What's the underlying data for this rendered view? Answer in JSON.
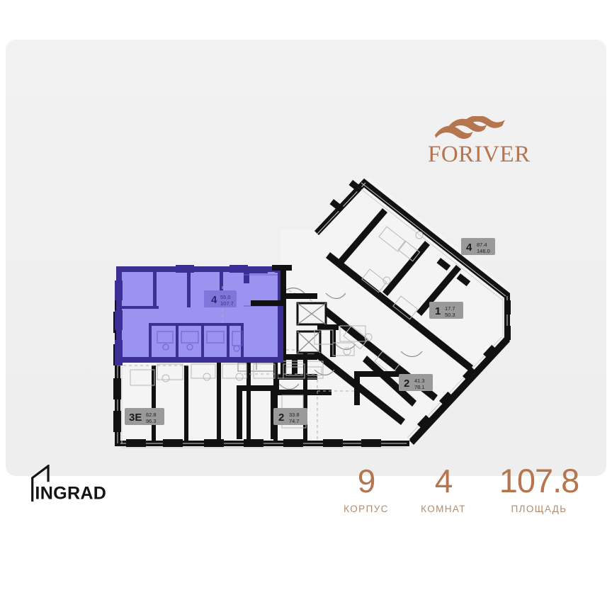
{
  "brand": {
    "name": "FORIVER",
    "mark_icon": "wave-lines-icon",
    "accent_color": "#b5754f"
  },
  "developer": {
    "name": "INGRAD",
    "logo_icon": "house-outline-icon"
  },
  "stats": [
    {
      "id": "korpus",
      "value": "9",
      "label": "КОРПУС"
    },
    {
      "id": "komnat",
      "value": "4",
      "label": "КОМНАТ"
    },
    {
      "id": "ploshad",
      "value": "107.8",
      "label": "ПЛОЩАДЬ"
    }
  ],
  "floorplan": {
    "highlight_color": "#9b93f0",
    "highlight_wall_color": "#3c2f94",
    "wall_color": "#111111",
    "plan_background": "#f3f3f3",
    "selected_unit": {
      "rooms": "4",
      "living_area": "55.0",
      "total_area": "107.7"
    },
    "units": [
      {
        "id": "unit-4-top-right",
        "rooms": "4",
        "living_area": "87.4",
        "total_area": "146.0",
        "selected": false
      },
      {
        "id": "unit-1-right",
        "rooms": "1",
        "living_area": "17.7",
        "total_area": "50.3",
        "selected": false
      },
      {
        "id": "unit-2-right",
        "rooms": "2",
        "living_area": "41.3",
        "total_area": "78.1",
        "selected": false
      },
      {
        "id": "unit-3e-bottom-left",
        "rooms": "3E",
        "living_area": "62.8",
        "total_area": "96.3",
        "selected": false
      },
      {
        "id": "unit-2-bottom",
        "rooms": "2",
        "living_area": "33.8",
        "total_area": "74.7",
        "selected": false
      },
      {
        "id": "unit-4-selected",
        "rooms": "4",
        "living_area": "55.0",
        "total_area": "107.7",
        "selected": true
      }
    ]
  }
}
